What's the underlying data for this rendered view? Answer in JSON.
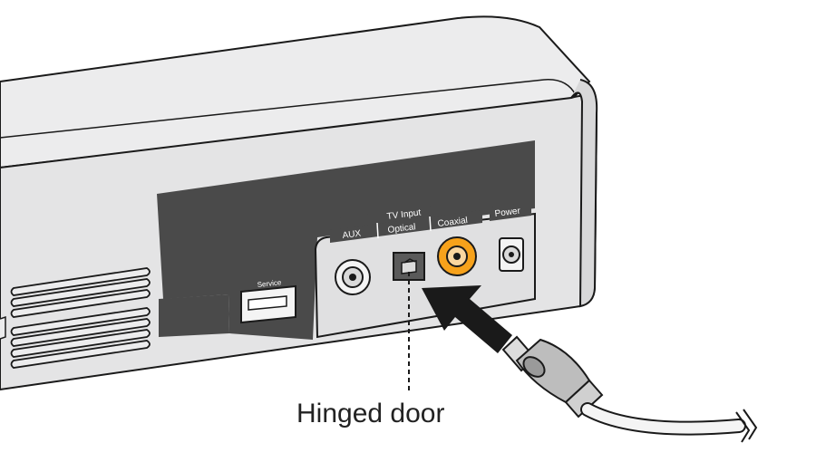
{
  "labels": {
    "tv_input": "TV Input",
    "aux": "AUX",
    "optical": "Optical",
    "coaxial": "Coaxial",
    "power": "Power",
    "service": "Service",
    "callout": "Hinged door"
  },
  "colors": {
    "body": "#e4e4e5",
    "top": "#ececed",
    "outline": "#1a1a1a",
    "panel": "#4a4a4a",
    "coaxial_jack": "#f7a21b",
    "arrow": "#1a1a1a"
  },
  "icons": [
    "optical-jack-icon",
    "aux-jack-icon",
    "coaxial-jack-icon",
    "power-jack-icon",
    "insert-arrow-icon",
    "optical-cable-icon"
  ]
}
